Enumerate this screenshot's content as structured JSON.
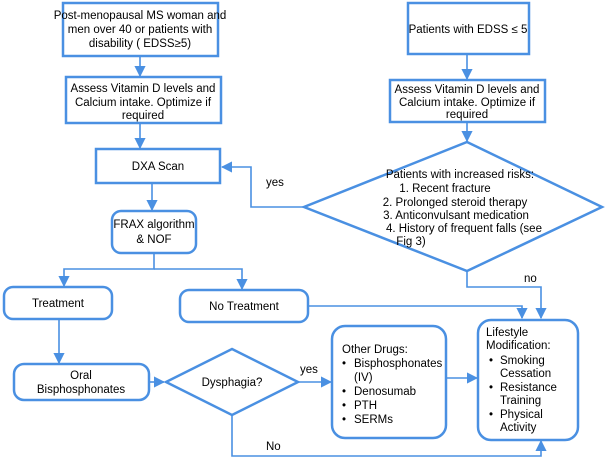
{
  "nodes": {
    "start_left": [
      "Post-menopausal MS woman and",
      "men over 40  or patients with",
      "disability ( EDSS≥5)"
    ],
    "start_right": "Patients with EDSS ≤ 5",
    "assess_left": [
      "Assess Vitamin D levels and",
      "Calcium intake. Optimize if",
      "required"
    ],
    "assess_right": [
      "Assess Vitamin D levels and",
      "Calcium intake. Optimize if",
      "required"
    ],
    "dxa": "DXA Scan",
    "frax": [
      "FRAX algorithm",
      "& NOF"
    ],
    "risks_title": "Patients with increased risks:",
    "risks": [
      "1.  Recent fracture",
      "2.  Prolonged steroid therapy",
      "3.  Anticonvulsant medication",
      "4.  History of frequent falls (see",
      "Fig 3)"
    ],
    "treatment": "Treatment",
    "no_treatment": "No Treatment",
    "oral": [
      "Oral",
      "Bisphosphonates"
    ],
    "dysphagia": "Dysphagia?",
    "other_title": "Other Drugs:",
    "other_items": [
      "Bisphosphonates",
      "(IV)",
      "Denosumab",
      "PTH",
      "SERMs"
    ],
    "lifestyle_title": [
      "Lifestyle",
      "Modification:"
    ],
    "lifestyle_items": [
      "Smoking",
      "Cessation",
      "Resistance",
      "Training",
      "Physical",
      "Activity"
    ]
  },
  "edge_labels": {
    "yes_risk": "yes",
    "no_risk": "no",
    "yes_dysphagia": "yes",
    "no_dysphagia": "No"
  },
  "colors": {
    "accent": "#4a90e2"
  }
}
